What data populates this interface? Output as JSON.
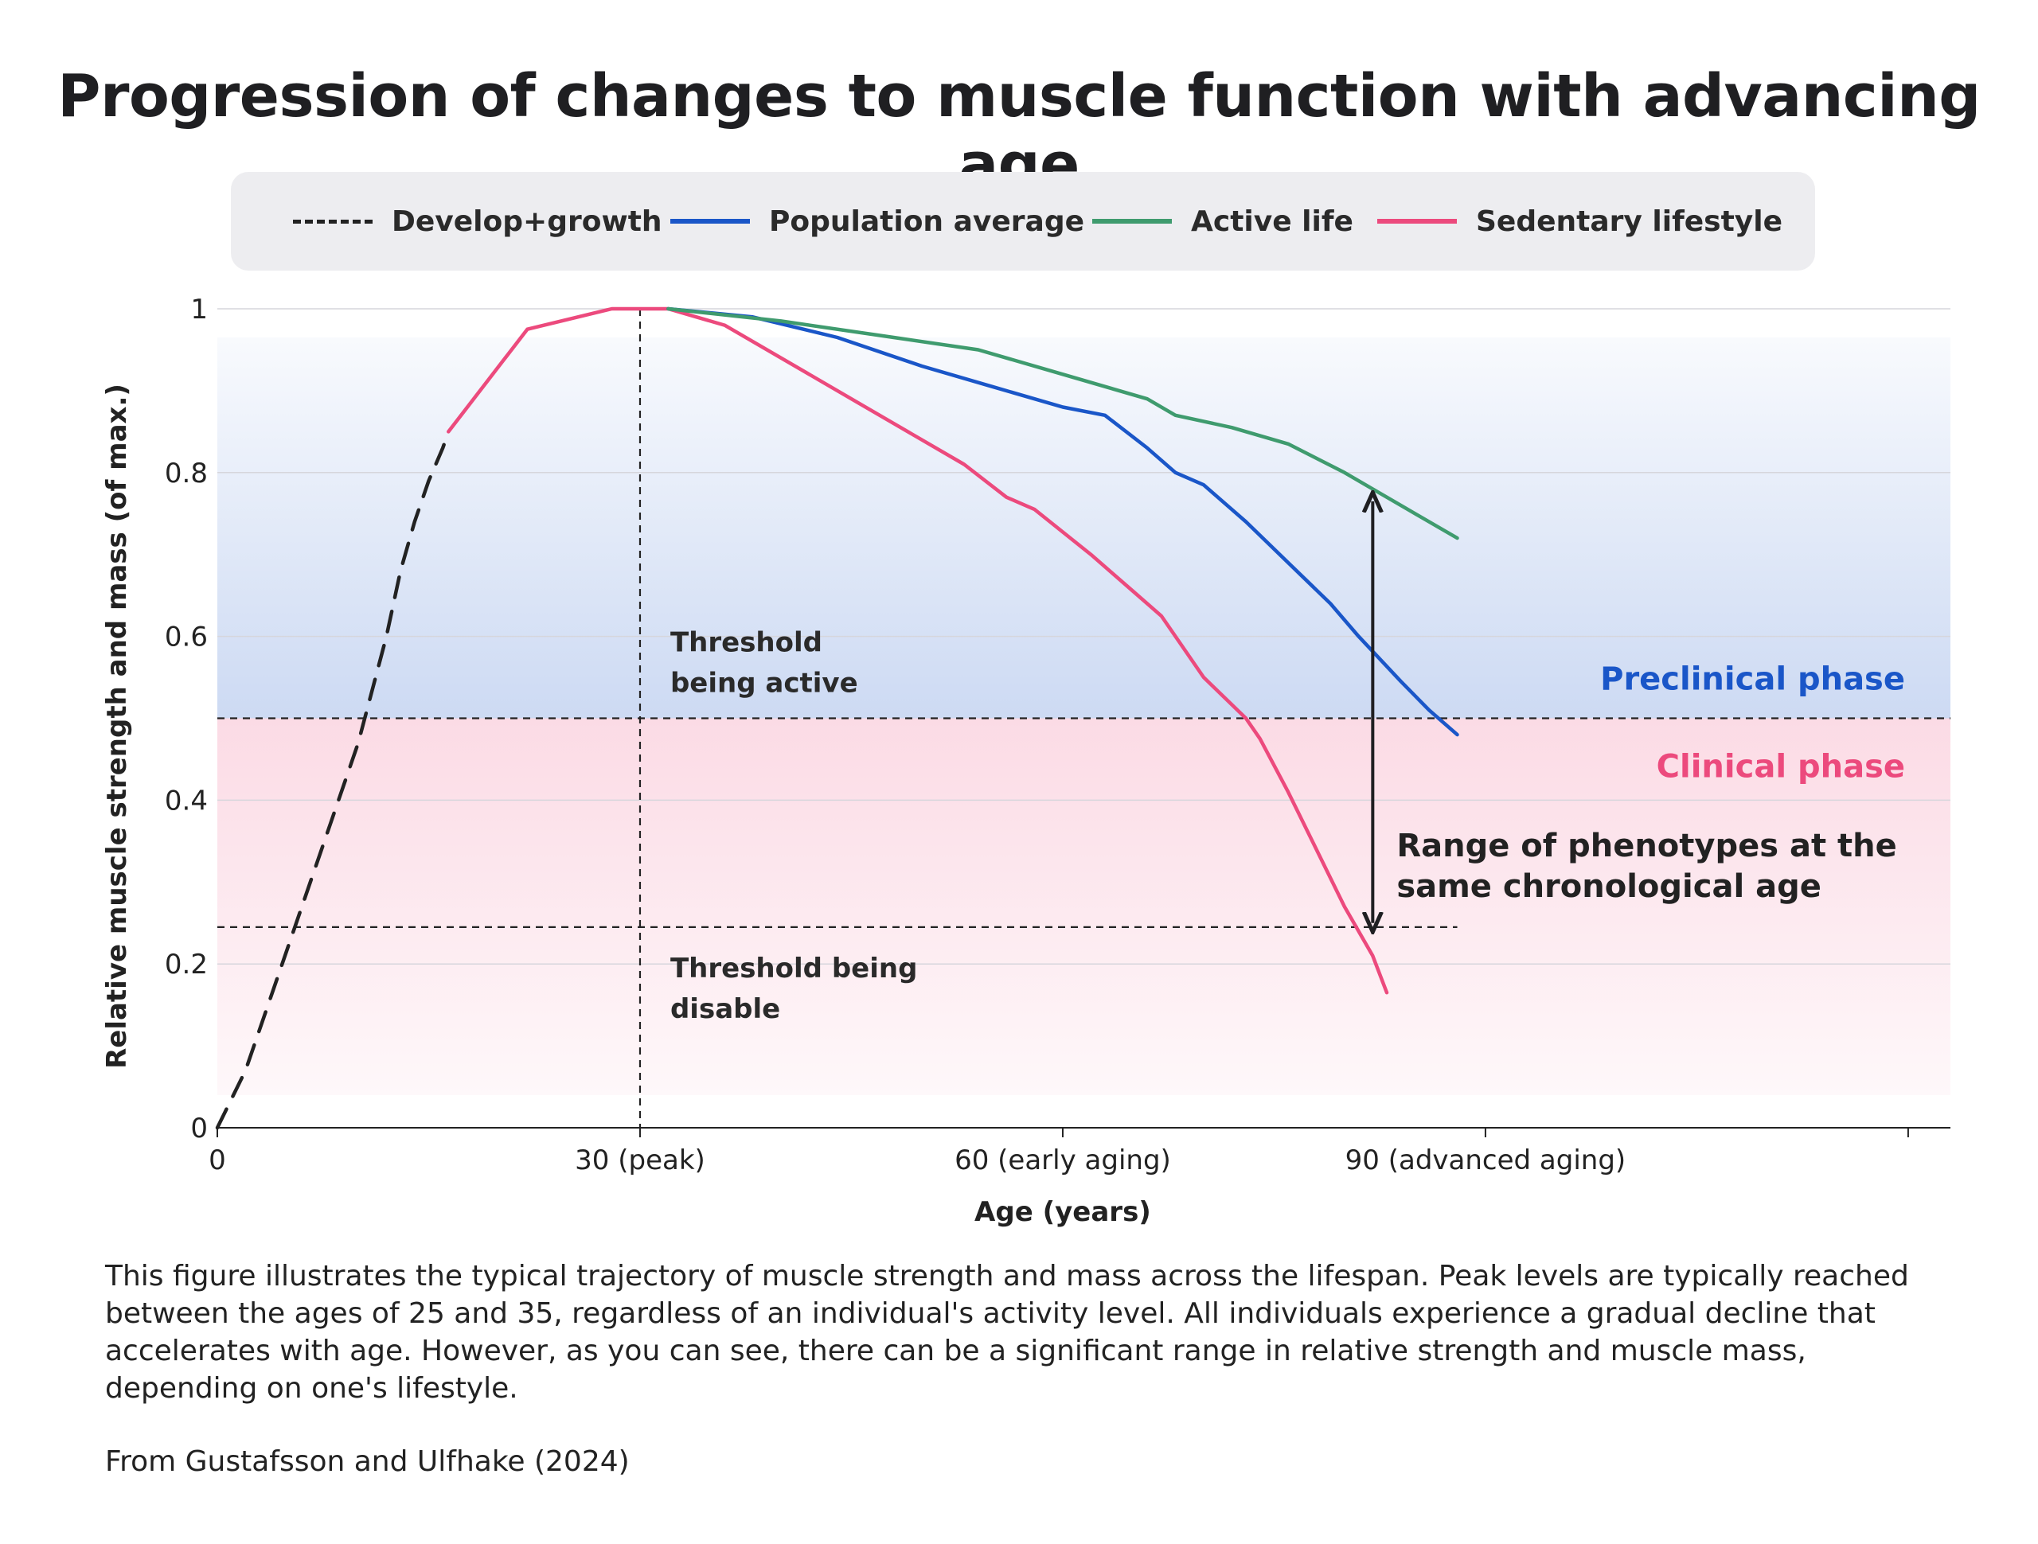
{
  "title": "Progression of changes to muscle function with advancing age",
  "legend": [
    {
      "label": "Develop+growth",
      "color": "#222222",
      "style": "dashed"
    },
    {
      "label": "Population average",
      "color": "#1a56c8",
      "style": "solid"
    },
    {
      "label": "Active life",
      "color": "#3f9b6e",
      "style": "solid"
    },
    {
      "label": "Sedentary lifestyle",
      "color": "#ec4a7d",
      "style": "solid"
    }
  ],
  "chart_data": {
    "type": "line",
    "xlabel": "Age (years)",
    "ylabel": "Relative muscle strength and mass (of max.)",
    "xlim": [
      0,
      123
    ],
    "ylim": [
      0,
      1
    ],
    "x_ticks": [
      {
        "value": 0,
        "label": "0"
      },
      {
        "value": 30,
        "label": "30 (peak)"
      },
      {
        "value": 60,
        "label": "60 (early aging)"
      },
      {
        "value": 90,
        "label": "90 (advanced aging)"
      },
      {
        "value": 120,
        "label": ""
      }
    ],
    "y_ticks": [
      {
        "value": 0,
        "label": "0"
      },
      {
        "value": 0.2,
        "label": "0.2"
      },
      {
        "value": 0.4,
        "label": "0.4"
      },
      {
        "value": 0.6,
        "label": "0.6"
      },
      {
        "value": 0.8,
        "label": "0.8"
      },
      {
        "value": 1,
        "label": "1"
      }
    ],
    "series": [
      {
        "name": "Develop+growth",
        "color": "#222222",
        "style": "dashed",
        "points": [
          [
            0,
            0
          ],
          [
            2,
            0.07
          ],
          [
            4,
            0.17
          ],
          [
            6,
            0.27
          ],
          [
            8,
            0.37
          ],
          [
            10,
            0.47
          ],
          [
            12,
            0.6
          ],
          [
            13,
            0.68
          ],
          [
            14,
            0.74
          ],
          [
            15,
            0.79
          ],
          [
            16,
            0.83
          ],
          [
            16.4,
            0.85
          ]
        ]
      },
      {
        "name": "Sedentary lifestyle",
        "color": "#ec4a7d",
        "style": "solid",
        "points": [
          [
            16.4,
            0.85
          ],
          [
            22,
            0.975
          ],
          [
            28,
            1
          ],
          [
            32,
            1
          ],
          [
            36,
            0.98
          ],
          [
            42,
            0.92
          ],
          [
            48,
            0.86
          ],
          [
            53,
            0.81
          ],
          [
            56,
            0.77
          ],
          [
            58,
            0.755
          ],
          [
            62,
            0.7
          ],
          [
            65,
            0.655
          ],
          [
            67,
            0.625
          ],
          [
            70,
            0.55
          ],
          [
            73,
            0.5
          ],
          [
            74,
            0.475
          ],
          [
            76,
            0.41
          ],
          [
            78,
            0.34
          ],
          [
            80,
            0.27
          ],
          [
            82,
            0.21
          ],
          [
            83,
            0.165
          ]
        ]
      },
      {
        "name": "Population average",
        "color": "#1a56c8",
        "style": "solid",
        "points": [
          [
            32,
            1
          ],
          [
            38,
            0.99
          ],
          [
            44,
            0.965
          ],
          [
            50,
            0.93
          ],
          [
            55,
            0.905
          ],
          [
            60,
            0.88
          ],
          [
            63,
            0.87
          ],
          [
            66,
            0.83
          ],
          [
            68,
            0.8
          ],
          [
            70,
            0.785
          ],
          [
            73,
            0.74
          ],
          [
            76,
            0.69
          ],
          [
            79,
            0.64
          ],
          [
            81,
            0.6
          ],
          [
            84,
            0.545
          ],
          [
            86,
            0.51
          ],
          [
            88,
            0.48
          ]
        ]
      },
      {
        "name": "Active life",
        "color": "#3f9b6e",
        "style": "solid",
        "points": [
          [
            32,
            1
          ],
          [
            40,
            0.985
          ],
          [
            48,
            0.965
          ],
          [
            54,
            0.95
          ],
          [
            60,
            0.92
          ],
          [
            66,
            0.89
          ],
          [
            68,
            0.87
          ],
          [
            72,
            0.855
          ],
          [
            76,
            0.835
          ],
          [
            80,
            0.8
          ],
          [
            82,
            0.78
          ],
          [
            85,
            0.75
          ],
          [
            88,
            0.72
          ]
        ]
      }
    ],
    "reference_lines": [
      {
        "orientation": "horizontal",
        "y": 0.5,
        "style": "dashed"
      },
      {
        "orientation": "horizontal",
        "y": 0.245,
        "x_end": 88,
        "style": "dashed"
      },
      {
        "orientation": "vertical",
        "x": 30,
        "style": "dashed"
      }
    ],
    "bands": [
      {
        "label": "Preclinical phase",
        "from": 0.5,
        "to": 0.965,
        "color": "#1a56c8"
      },
      {
        "label": "Clinical phase",
        "from": 0.04,
        "to": 0.5,
        "color": "#ec4a7d"
      }
    ],
    "annotations": {
      "threshold_active": [
        "Threshold",
        "being active"
      ],
      "threshold_disable": [
        "Threshold being",
        "disable"
      ],
      "range_label": [
        "Range of phenotypes at the",
        "same chronological age"
      ],
      "range_arrow": {
        "x": 82,
        "from": 0.25,
        "to": 0.765
      }
    },
    "grid": true
  },
  "caption": "This figure illustrates the typical trajectory of muscle strength and mass across the lifespan. Peak levels are typically reached between the ages of 25 and 35, regardless of an individual's activity level. All individuals experience a gradual decline that accelerates with age. However, as you can see, there can be a significant range in relative strength and muscle mass, depending on one's lifestyle.",
  "source": "From Gustafsson and Ulfhake (2024)"
}
